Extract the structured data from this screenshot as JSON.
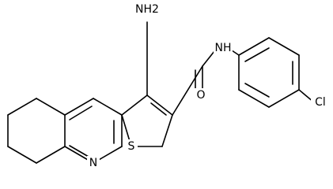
{
  "molecule": {
    "labels": {
      "amino": "NH2",
      "amide_nh": "NH",
      "carbonyl_o": "O",
      "thiophene_s": "S",
      "pyridine_n": "N",
      "chloro": "Cl"
    },
    "colors": {
      "bond": "#000000",
      "label": "#000000",
      "background": "#ffffff"
    }
  }
}
